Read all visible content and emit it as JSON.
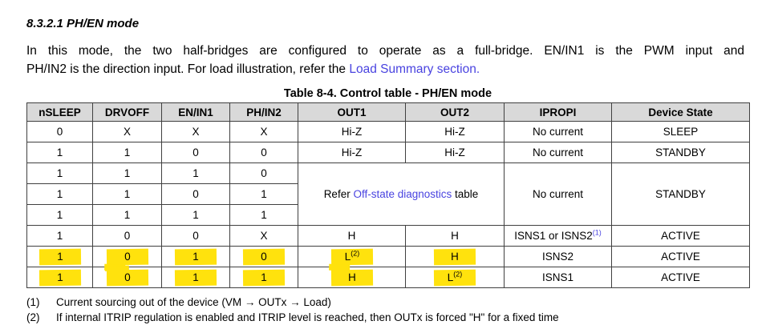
{
  "page": {
    "heading": "8.3.2.1 PH/EN mode",
    "paragraph": {
      "line1": "In this mode, the two half-bridges are configured to operate as a full-bridge. EN/IN1 is the PWM input and",
      "line2_before": "PH/IN2 is the direction input. For load illustration, refer the ",
      "line2_link": "Load Summary section",
      "line2_after": "."
    },
    "caption": "Table 8-4. Control table - PH/EN mode"
  },
  "table": {
    "headers": [
      "nSLEEP",
      "DRVOFF",
      "EN/IN1",
      "PH/IN2",
      "OUT1",
      "OUT2",
      "IPROPI",
      "Device State"
    ],
    "rows": [
      {
        "cells": [
          {
            "t": "0"
          },
          {
            "t": "X"
          },
          {
            "t": "X"
          },
          {
            "t": "X"
          },
          {
            "t": "Hi-Z"
          },
          {
            "t": "Hi-Z"
          },
          {
            "t": "No current"
          },
          {
            "t": "SLEEP"
          }
        ]
      },
      {
        "cells": [
          {
            "t": "1"
          },
          {
            "t": "1"
          },
          {
            "t": "0"
          },
          {
            "t": "0"
          },
          {
            "t": "Hi-Z"
          },
          {
            "t": "Hi-Z"
          },
          {
            "t": "No current"
          },
          {
            "t": "STANDBY"
          }
        ]
      },
      {
        "cells": [
          {
            "t": "1"
          },
          {
            "t": "1"
          },
          {
            "t": "1"
          },
          {
            "t": "0"
          }
        ]
      },
      {
        "cells": [
          {
            "t": "1"
          },
          {
            "t": "1"
          },
          {
            "t": "0"
          },
          {
            "t": "1"
          }
        ]
      },
      {
        "cells": [
          {
            "t": "1"
          },
          {
            "t": "1"
          },
          {
            "t": "1"
          },
          {
            "t": "1"
          }
        ]
      },
      {
        "cells": [
          {
            "t": "1"
          },
          {
            "t": "0"
          },
          {
            "t": "0"
          },
          {
            "t": "X"
          },
          {
            "t": "H"
          },
          {
            "t": "H"
          },
          {
            "t": "ISNS1 or ISNS2",
            "sup": "(1)",
            "supBlue": true
          },
          {
            "t": "ACTIVE"
          }
        ]
      },
      {
        "cells": [
          {
            "t": "1",
            "hl": true
          },
          {
            "t": "0",
            "hl": true
          },
          {
            "t": "1",
            "hl": true
          },
          {
            "t": "0",
            "hl": true
          },
          {
            "t": "L",
            "sup": "(2)",
            "hl": true
          },
          {
            "t": "H",
            "hl": true
          },
          {
            "t": "ISNS2"
          },
          {
            "t": "ACTIVE"
          }
        ]
      },
      {
        "cells": [
          {
            "t": "1",
            "hl": true
          },
          {
            "t": "0",
            "hl": true
          },
          {
            "t": "1",
            "hl": true
          },
          {
            "t": "1",
            "hl": true
          },
          {
            "t": "H",
            "hl": true
          },
          {
            "t": "L",
            "sup": "(2)",
            "hl": true
          },
          {
            "t": "ISNS1"
          },
          {
            "t": "ACTIVE"
          }
        ]
      }
    ],
    "merged": {
      "refer_before": "Refer ",
      "refer_link": "Off-state diagnostics",
      "refer_after": " table",
      "ipropi": "No current",
      "state": "STANDBY"
    }
  },
  "footnotes": [
    {
      "num": "(1)",
      "text": "Current sourcing out of the device (VM → OUTx → Load)"
    },
    {
      "num": "(2)",
      "text": "If internal ITRIP regulation is enabled and ITRIP level is reached, then OUTx is forced \"H\" for a fixed time"
    }
  ],
  "colors": {
    "link_blue": "#4943e0",
    "highlight_yellow": "#ffe20d",
    "header_gray": "#d9d9d9",
    "border_gray": "#404040"
  }
}
